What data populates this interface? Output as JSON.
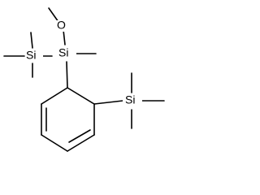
{
  "molecule": {
    "labels": {
      "si_top": "Si",
      "si_left": "Si",
      "si_right": "Si",
      "oxygen": "O"
    }
  }
}
